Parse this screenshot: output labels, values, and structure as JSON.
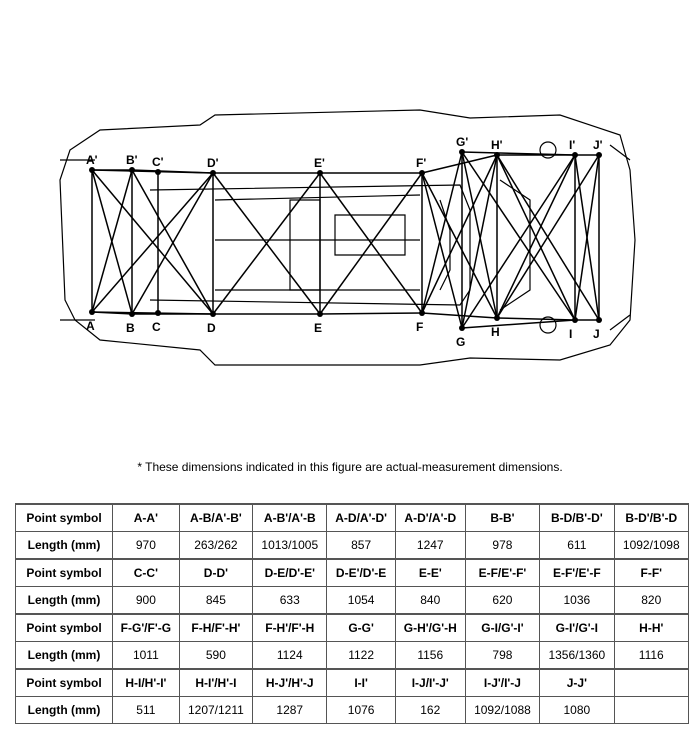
{
  "diagram": {
    "points_top": [
      "A'",
      "B'",
      "C'",
      "D'",
      "E'",
      "F'",
      "G'",
      "H'",
      "I'",
      "J'"
    ],
    "points_bottom": [
      "A",
      "B",
      "C",
      "D",
      "E",
      "F",
      "G",
      "H",
      "I",
      "J"
    ]
  },
  "note": "*  These dimensions indicated in this figure are actual-measurement dimensions.",
  "table": {
    "symbol_label": "Point symbol",
    "length_label": "Length (mm)",
    "groups": [
      {
        "symbols": [
          "A-A'",
          "A-B/A'-B'",
          "A-B'/A'-B",
          "A-D/A'-D'",
          "A-D'/A'-D",
          "B-B'",
          "B-D/B'-D'",
          "B-D'/B'-D"
        ],
        "lengths": [
          "970",
          "263/262",
          "1013/1005",
          "857",
          "1247",
          "978",
          "611",
          "1092/1098"
        ]
      },
      {
        "symbols": [
          "C-C'",
          "D-D'",
          "D-E/D'-E'",
          "D-E'/D'-E",
          "E-E'",
          "E-F/E'-F'",
          "E-F'/E'-F",
          "F-F'"
        ],
        "lengths": [
          "900",
          "845",
          "633",
          "1054",
          "840",
          "620",
          "1036",
          "820"
        ]
      },
      {
        "symbols": [
          "F-G'/F'-G",
          "F-H/F'-H'",
          "F-H'/F'-H",
          "G-G'",
          "G-H'/G'-H",
          "G-I/G'-I'",
          "G-I'/G'-I",
          "H-H'"
        ],
        "lengths": [
          "1011",
          "590",
          "1124",
          "1122",
          "1156",
          "798",
          "1356/1360",
          "1116"
        ]
      },
      {
        "symbols": [
          "H-I/H'-I'",
          "H-I'/H'-I",
          "H-J'/H'-J",
          "I-I'",
          "I-J/I'-J'",
          "I-J'/I'-J",
          "J-J'",
          ""
        ],
        "lengths": [
          "511",
          "1207/1211",
          "1287",
          "1076",
          "162",
          "1092/1088",
          "1080",
          ""
        ]
      }
    ]
  }
}
